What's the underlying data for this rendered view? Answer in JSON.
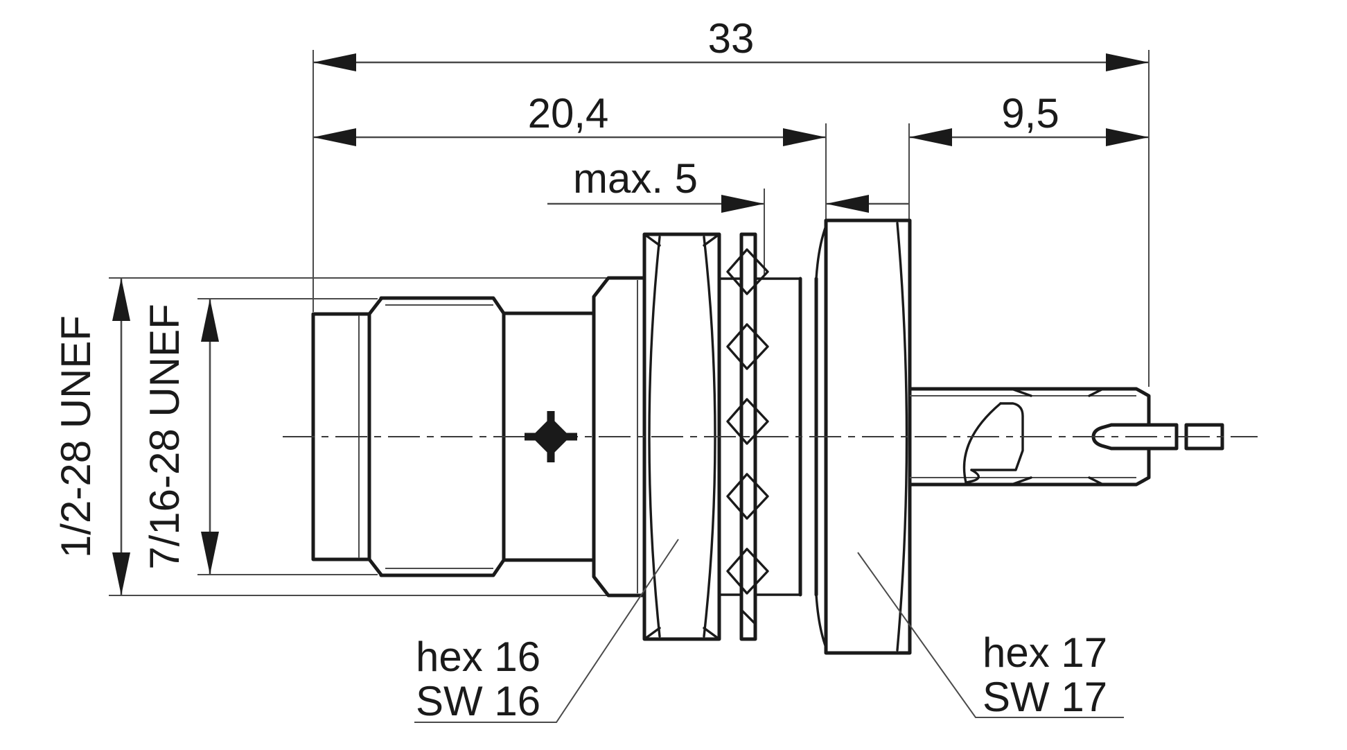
{
  "drawing": {
    "kind": "connector-outline-dimension-drawing",
    "colors": {
      "line": "#1a1a1a",
      "thin_line": "#4a4a4a",
      "background": "#ffffff"
    },
    "dimensions": {
      "overall_length": "33",
      "front_section_length": "20,4",
      "rear_section_length": "9,5",
      "panel_thickness_max": "max. 5",
      "outer_thread": "1/2-28 UNEF",
      "coupling_thread": "7/16-28 UNEF"
    },
    "labels": {
      "nut_hex": "hex 16",
      "nut_sw": "SW 16",
      "body_hex": "hex 17",
      "body_sw": "SW 17"
    }
  }
}
